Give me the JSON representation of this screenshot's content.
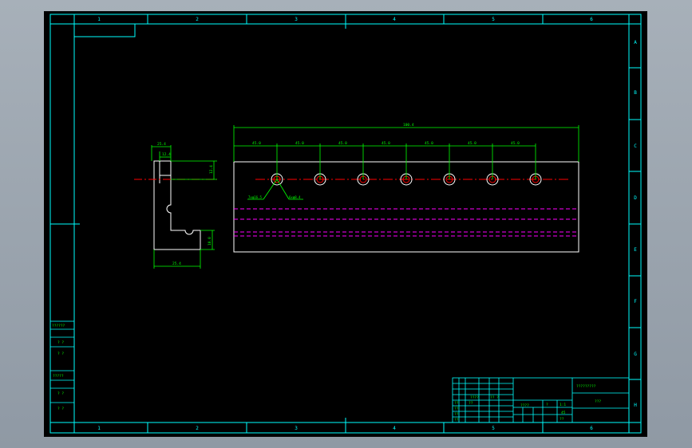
{
  "colors": {
    "viewport_bg": "#9aa3ad",
    "paper": "#000000",
    "border": "#00ffff",
    "part_line": "#ffffff",
    "dimension": "#00ff00",
    "centerline": "#ff0000",
    "hidden_line": "#ff00ff"
  },
  "border_grid": {
    "top_columns": [
      "1",
      "2",
      "3",
      "4",
      "5",
      "6"
    ],
    "bottom_columns": [
      "1",
      "2",
      "3",
      "4",
      "5",
      "6"
    ],
    "right_rows": [
      "A",
      "B",
      "C",
      "D",
      "E",
      "F",
      "G",
      "H"
    ]
  },
  "side_view": {
    "dim_top_outer": "25.4",
    "dim_top_inner": "12.4",
    "dim_right_upper": "12.4",
    "dim_right_lower": "10.0",
    "dim_bottom": "25.4"
  },
  "front_view": {
    "overall_length": "100.4",
    "spacings": [
      "45.0",
      "45.0",
      "45.0",
      "45.0",
      "45.0",
      "45.0",
      "45.0"
    ],
    "callout_left": "7xφ16.5",
    "callout_right": "6xφ8.4",
    "hole_count": 7
  },
  "left_stamp": [
    "??????",
    "? ?",
    "? ?",
    "?????",
    "? ?",
    "? ?"
  ],
  "title_block": {
    "drawing_title": "?????????",
    "part_name": "???",
    "scale_label": "????",
    "scale_value": "1:1",
    "sheet_label": "?",
    "rev_label": "??",
    "material_code": "45",
    "row_labels": [
      "??",
      "??",
      "??",
      "??",
      "??"
    ],
    "design": "????",
    "mark": "?? ?"
  }
}
